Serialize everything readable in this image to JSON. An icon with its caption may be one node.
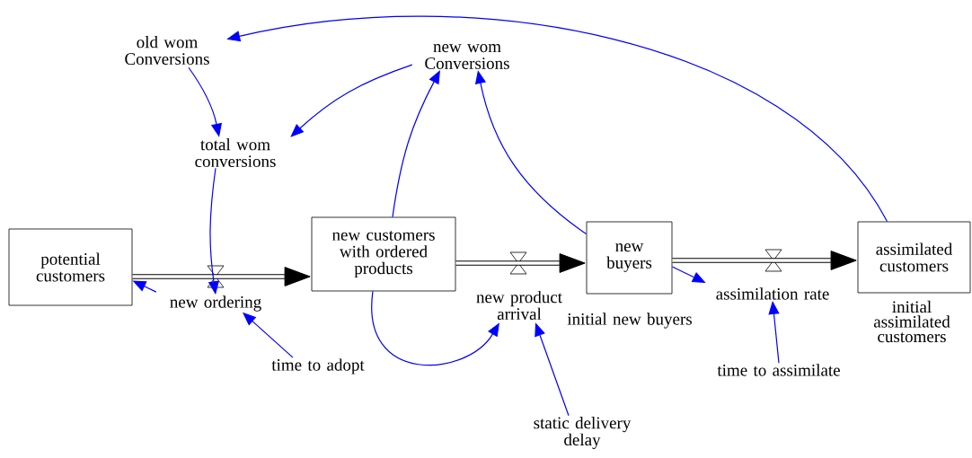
{
  "diagram": {
    "nodes": [
      {
        "text": [
          "potential customers"
        ]
      },
      {
        "text": [
          "new customers with ordered products"
        ]
      },
      {
        "text": [
          "new buyers"
        ]
      },
      {
        "text": [
          "assimilated customers"
        ]
      },
      {
        "text": [
          "new ordering"
        ]
      },
      {
        "text": [
          "new product arrival"
        ]
      },
      {
        "text": [
          "assimilation rate"
        ]
      },
      {
        "text": [
          "old wom Conversions"
        ]
      },
      {
        "text": [
          "new wom Conversions"
        ]
      },
      {
        "text": [
          "total wom conversions"
        ]
      },
      {
        "text": [
          "time to adopt"
        ]
      },
      {
        "text": [
          "static delivery delay"
        ]
      },
      {
        "text": [
          "time to assimilate"
        ]
      }
    ],
    "edges": [
      {
        "from": 0,
        "to": 1,
        "arrow": "to",
        "style": "thick",
        "color": "#000000"
      },
      {
        "from": 1,
        "to": 2,
        "arrow": "to",
        "style": "thick",
        "color": "#000000"
      },
      {
        "from": 2,
        "to": 3,
        "arrow": "to",
        "style": "thick",
        "color": "#000000"
      },
      {
        "from": 7,
        "to": 9,
        "arrow": "to"
      },
      {
        "from": 8,
        "to": 9,
        "arrow": "to"
      },
      {
        "from": 9,
        "to": 4,
        "arrow": "to"
      },
      {
        "from": 4,
        "to": 0,
        "arrow": "to"
      },
      {
        "from": 10,
        "to": 4,
        "arrow": "to"
      },
      {
        "from": 1,
        "to": 8,
        "arrow": "to"
      },
      {
        "from": 2,
        "to": 8,
        "arrow": "to"
      },
      {
        "from": 3,
        "to": 7,
        "arrow": "to"
      },
      {
        "from": 1,
        "to": 5,
        "arrow": "to"
      },
      {
        "from": 11,
        "to": 5,
        "arrow": "to"
      },
      {
        "from": 2,
        "to": 6,
        "arrow": "to"
      },
      {
        "from": 12,
        "to": 6,
        "arrow": "to"
      }
    ],
    "labels": [
      "initial new buyers",
      "initial assimilated customers"
    ]
  }
}
